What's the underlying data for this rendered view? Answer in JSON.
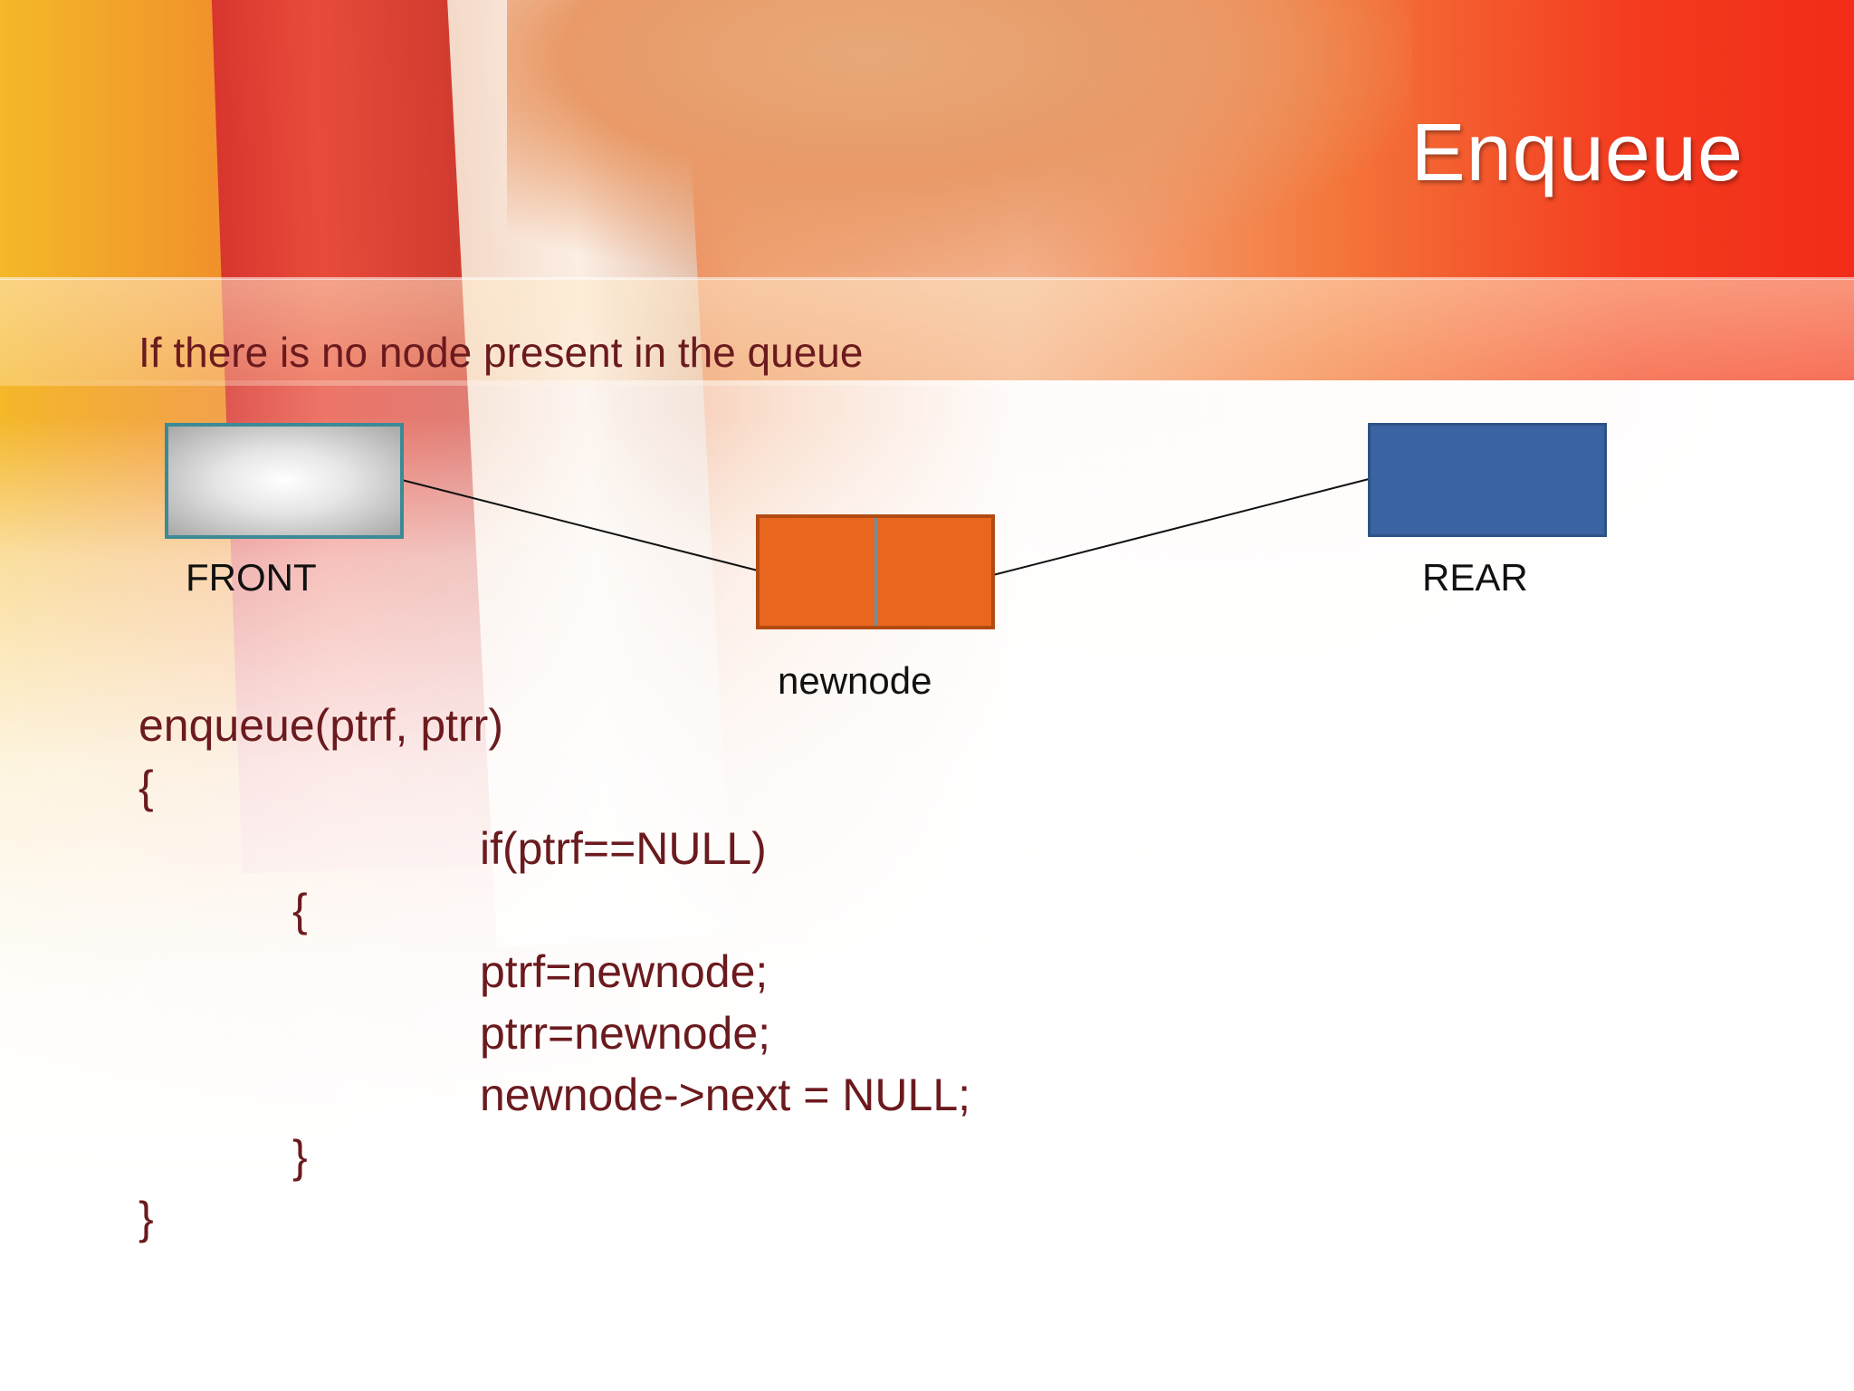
{
  "slide": {
    "title": "Enqueue",
    "subtitle": "If there is no node present in the queue"
  },
  "diagram": {
    "front_label": "FRONT",
    "rear_label": "REAR",
    "newnode_label": "newnode",
    "colors": {
      "front_border": "#3b8a96",
      "rear_fill": "#3a63a2",
      "newnode_fill": "#e9661f",
      "text": "#6b1a1e"
    }
  },
  "code": {
    "lines": [
      "enqueue(ptrf, ptrr)",
      "{",
      "if(ptrf==NULL)",
      "{",
      "ptrf=newnode;",
      "ptrr=newnode;",
      "newnode->next = NULL;",
      "}",
      "}"
    ]
  }
}
